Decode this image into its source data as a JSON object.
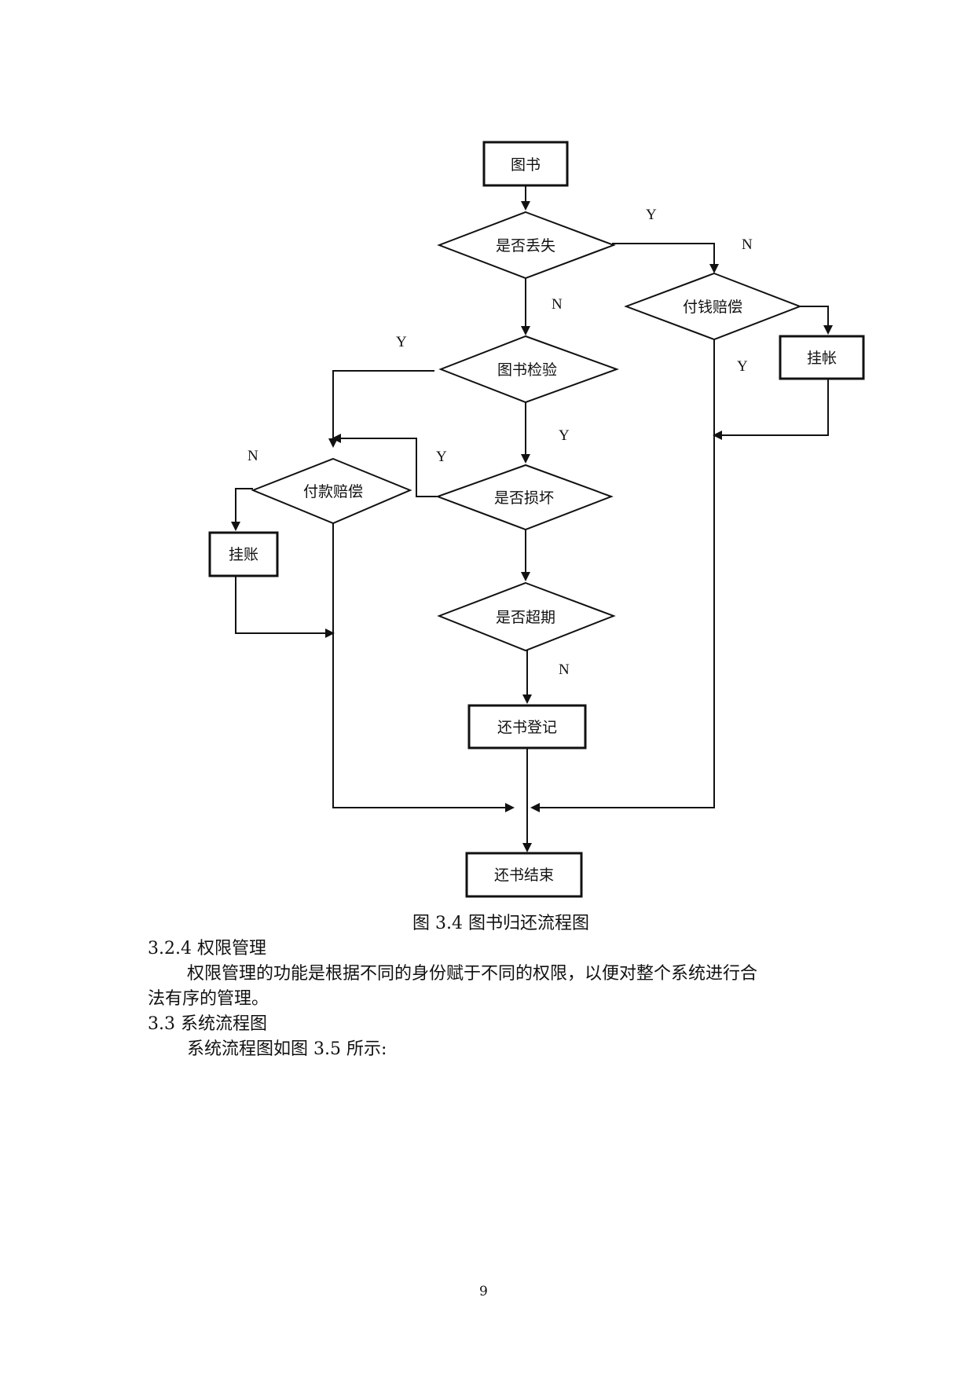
{
  "flowchart": {
    "nodes": {
      "book": "图书",
      "lost": "是否丢失",
      "pay_money": "付钱赔偿",
      "credit_right": "挂帐",
      "inspect": "图书检验",
      "pay_fee": "付款赔偿",
      "damaged": "是否损坏",
      "credit_left": "挂账",
      "overdue": "是否超期",
      "register": "还书登记",
      "end": "还书结束"
    },
    "labels": {
      "lost_yes": "Y",
      "lost_no_right": "N",
      "lost_no_down": "N",
      "pay_money_yes": "Y",
      "inspect_yes_left": "Y",
      "inspect_yes_down": "Y",
      "damaged_yes": "Y",
      "pay_fee_no": "N",
      "overdue_no": "N"
    }
  },
  "caption": "图 3.4 图书归还流程图",
  "section_324": {
    "heading": "3.2.4 权限管理",
    "line1": "权限管理的功能是根据不同的身份赋于不同的权限，以便对整个系统进行合",
    "line2": "法有序的管理。"
  },
  "section_33": {
    "heading": "3.3 系统流程图",
    "line1": "系统流程图如图 3.5 所示:"
  },
  "page_number": "9"
}
